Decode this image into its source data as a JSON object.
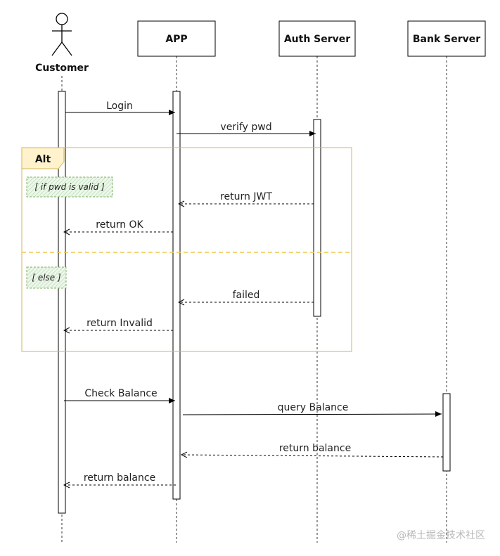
{
  "participants": {
    "customer": "Customer",
    "app": "APP",
    "auth": "Auth Server",
    "bank": "Bank Server"
  },
  "fragment": {
    "operator": "Alt",
    "guard_if": "[ if pwd is valid ]",
    "guard_else": "[ else ]"
  },
  "messages": {
    "login": "Login",
    "verify_pwd": "verify pwd",
    "return_jwt": "return JWT",
    "return_ok": "return OK",
    "failed": "failed",
    "return_invalid": "return Invalid",
    "check_balance": "Check Balance",
    "query_balance": "query Balance",
    "return_balance_bank": "return balance",
    "return_balance_app": "return balance"
  },
  "colors": {
    "fragment_border": "#d6b656",
    "fragment_tab": "#fff2cc",
    "divider": "#f2c94c",
    "guard_fill": "#d5e8d4",
    "guard_border": "#82b366"
  },
  "watermark": "@稀土掘金技术社区"
}
